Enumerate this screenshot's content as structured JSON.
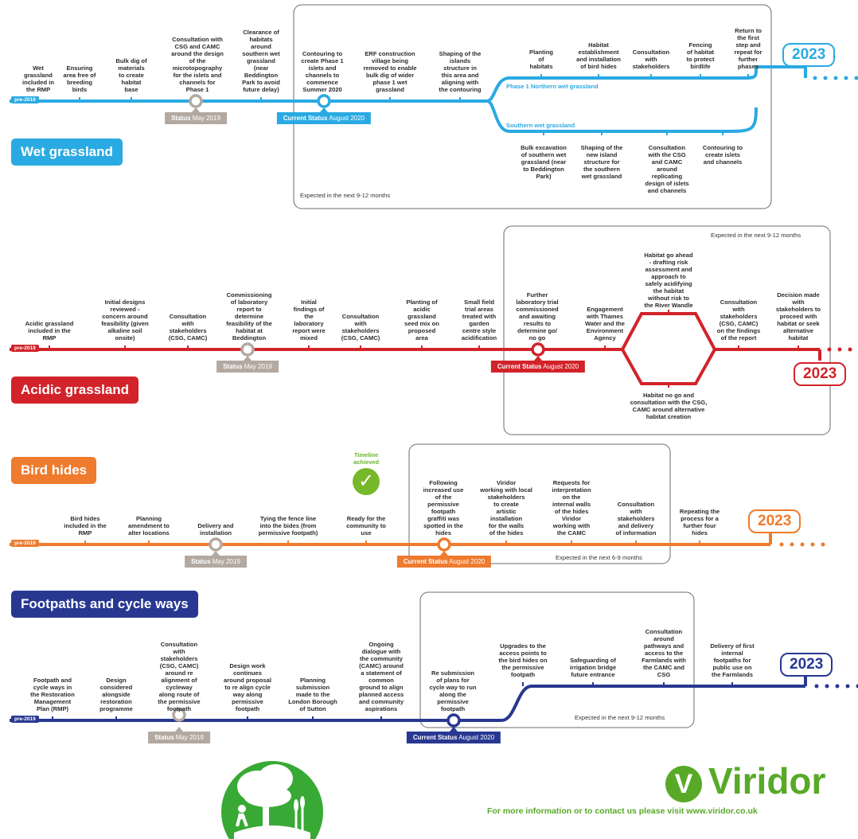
{
  "colors": {
    "wet": "#2aaae2",
    "acidic": "#d2232a",
    "bird": "#ee7b2e",
    "foot": "#283891",
    "status_grey": "#b3a9a1",
    "brand_green": "#58a928"
  },
  "lanes": [
    {
      "key": "wet",
      "title": "Wet grassland",
      "pre_label": "pre-2019",
      "status_badge": {
        "bold": "Status",
        "rest": " May 2019"
      },
      "current_badge": {
        "bold": "Current Status",
        "rest": " August 2020"
      },
      "year": "2023",
      "expected": "Expected in the next 9-12 months",
      "branch_top_label": "Phase 1 Northern wet grassland",
      "branch_bottom_label": "Southern wet grassland",
      "milestones": [
        "Wet\ngrassland\nincluded in\nthe RMP",
        "Ensuring\narea free of\nbreeding\nbirds",
        "Bulk dig of\nmaterials\nto create\nhabitat\nbase",
        "Consultation with\nCSG and CAMC\naround the design\nof the\nmicrotopography\nfor the islets and\nchannels for\nPhase 1",
        "Clearance of\nhabitats\naround\nsouthern wet\ngrassland\n(near\nBeddington\nPark to avoid\nfuture delay)",
        "Contouring to\ncreate Phase 1\nislets and\nchannels to\ncommence\nSummer 2020",
        "ERF construction\nvillage being\nremoved to enable\nbulk dig of wider\nphase 1 wet\ngrassland",
        "Shaping of the\nislands\nstructure in\nthis area and\naligning with\nthe contouring"
      ],
      "branch_top": [
        "Planting\nof\nhabitats",
        "Habitat\nestablishment\nand installation\nof bird hides",
        "Consultation\nwith\nstakeholders",
        "Fencing\nof habitat\nto protect\nbirdlife",
        "Return to\nthe first\nstep and\nrepeat for\nfurther\nphases"
      ],
      "branch_bottom": [
        "Bulk excavation\nof southern wet\ngrassland (near\nto Beddington\nPark)",
        "Shaping of the\nnew island\nstructure for\nthe southern\nwet grassland",
        "Consultation\nwith the CSG\nand CAMC\naround\nreplicating\ndesign of islets\nand channels",
        "Contouring to\ncreate islets\nand channels"
      ]
    },
    {
      "key": "acidic",
      "title": "Acidic grassland",
      "pre_label": "pre-2019",
      "status_badge": {
        "bold": "Status",
        "rest": " May 2019"
      },
      "current_badge": {
        "bold": "Current Status",
        "rest": " August 2020"
      },
      "year": "2023",
      "expected": "Expected in the next 9-12 months",
      "milestones": [
        "Acidic grassland\nincluded in the\nRMP",
        "Initial designs\nreviewed -\nconcern around\nfeasibility (given\nalkaline soil\nonsite)",
        "Consultation\nwith\nstakeholders\n(CSG, CAMC)",
        "Commissioning\nof laboratory\nreport to\ndetermine\nfeasibility of the\nhabitat at\nBeddington",
        "Initial\nfindings of\nthe\nlaboratory\nreport were\nmixed",
        "Consultation\nwith\nstakeholders\n(CSG, CAMC)",
        "Planting of\nacidic\ngrassland\nseed mix on\nproposed\narea",
        "Small field\ntrial areas\ntreated with\ngarden\ncentre style\nacidification",
        "Further\nlaboratory trial\ncommissioned\nand awaiting\nresults to\ndetermine go/\nno go",
        "Engagement\nwith Thames\nWater and the\nEnvironment\nAgency",
        "Consultation\nwith\nstakeholders\n(CSG, CAMC)\non the findings\nof the report",
        "Decision made\nwith\nstakeholders to\nproceed with\nhabitat or seek\nalternative\nhabitat"
      ],
      "branch_top": [
        "Habitat go ahead\n- drafting risk\nassessment and\napproach to\nsafely acidifying\nthe habitat\nwithout risk to\nthe River Wandle"
      ],
      "branch_bottom": [
        "Habitat no go and\nconsultation with the CSG,\nCAMC around alternative\nhabitat creation"
      ]
    },
    {
      "key": "bird",
      "title": "Bird hides",
      "pre_label": "pre-2019",
      "status_badge": {
        "bold": "Status",
        "rest": " May 2019"
      },
      "current_badge": {
        "bold": "Current Status",
        "rest": " August 2020"
      },
      "year": "2023",
      "expected": "Expected in the next 6-9 months",
      "timeline_achieved": "Timeline\nachieved",
      "milestones": [
        "Bird hides\nincluded in the\nRMP",
        "Planning\namendment to\nalter locations",
        "Delivery and\ninstallation",
        "Tying the fence line\ninto the bides (from\npermissive footpath)",
        "Ready for the\ncommunity to\nuse",
        "Following\nincreased use\nof the\npermissive\nfootpath\ngraffiti was\nspotted in the\nhides",
        "Viridor\nworking with local\nstakeholders\nto create\nartistic\ninstallation\nfor the walls\nof the hides",
        "Requests for\ninterpretation\non the\ninternal walls\nof the hides\nViridor\nworking with\nthe CAMC",
        "Consultation\nwith\nstakeholders\nand delivery\nof information",
        "Repeating the\nprocess for a\nfurther four\nhides"
      ]
    },
    {
      "key": "foot",
      "title": "Footpaths and cycle ways",
      "pre_label": "pre-2019",
      "status_badge": {
        "bold": "Status",
        "rest": " May 2019"
      },
      "current_badge": {
        "bold": "Current Status",
        "rest": " August 2020"
      },
      "year": "2023",
      "expected": "Expected in the next 9-12 months",
      "milestones": [
        "Footpath and\ncycle ways in\nthe Restoration\nManagement\nPlan (RMP)",
        "Design\nconsidered\nalongside\nrestoration\nprogramme",
        "Consultation\nwith\nstakeholders\n(CSG, CAMC)\naround re\nalignment of\ncycleway\nalong route of\nthe permissive\nfootpath",
        "Design work\ncontinues\naround proposal\nto re align cycle\nway along\npermissive\nfootpath",
        "Planning\nsubmission\nmade to the\nLondon Borough\nof Sutton",
        "Ongoing\ndialogue with\nthe community\n(CAMC) around\na statement of\ncommon\nground to align\nplanned access\nand community\naspirations",
        "Re submission\nof plans for\ncycle way to run\nalong the\npermissive\nfootpath",
        "Upgrades to the\naccess points to\nthe bird hides on\nthe permissive\nfootpath",
        "Safeguarding of\nirrigation bridge\nfuture entrance",
        "Consultation\naround\npathways and\naccess to the\nFarmlands with\nthe CAMC and\nCSG",
        "Delivery of first\ninternal\nfootpaths for\npublic use on\nthe Farmlands"
      ]
    }
  ],
  "brand": {
    "name": "Viridor",
    "mark": "V"
  },
  "footer": "For more information or to contact us please visit www.viridor.co.uk",
  "icons": [
    "check-icon",
    "tree-logo-icon"
  ]
}
